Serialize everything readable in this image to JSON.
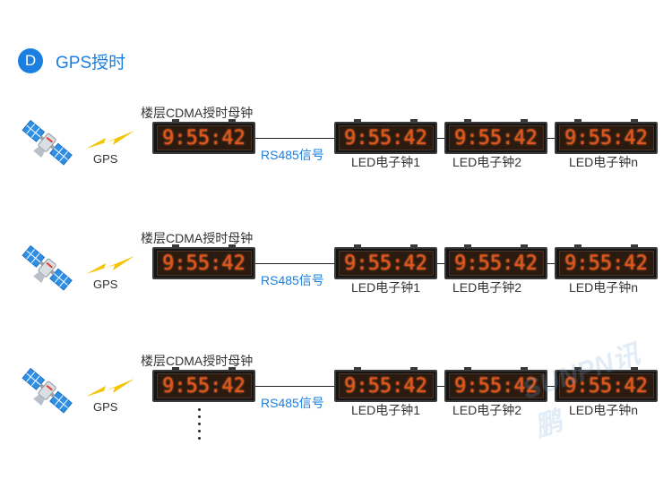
{
  "header": {
    "badge": "D",
    "title": "GPS授时"
  },
  "rows": [
    {
      "gps_label": "GPS",
      "master_label": "楼层CDMA授时母钟",
      "master_time": "9:55:42",
      "link_label": "RS485信号",
      "slaves": [
        {
          "time": "9:55:42",
          "label": "LED电子钟1"
        },
        {
          "time": "9:55:42",
          "label": "LED电子钟2"
        },
        {
          "time": "9:55:42",
          "label": "LED电子钟n"
        }
      ]
    },
    {
      "gps_label": "GPS",
      "master_label": "楼层CDMA授时母钟",
      "master_time": "9:55:42",
      "link_label": "RS485信号",
      "slaves": [
        {
          "time": "9:55:42",
          "label": "LED电子钟1"
        },
        {
          "time": "9:55:42",
          "label": "LED电子钟2"
        },
        {
          "time": "9:55:42",
          "label": "LED电子钟n"
        }
      ]
    },
    {
      "gps_label": "GPS",
      "master_label": "楼层CDMA授时母钟",
      "master_time": "9:55:42",
      "link_label": "RS485信号",
      "slaves": [
        {
          "time": "9:55:42",
          "label": "LED电子钟1"
        },
        {
          "time": "9:55:42",
          "label": "LED电子钟2"
        },
        {
          "time": "9:55:42",
          "label": "LED电子钟n"
        }
      ]
    }
  ],
  "watermark": "SUNPN讯鹏",
  "colors": {
    "accent": "#1a7fe0",
    "led": "#e0551b",
    "bolt": "#f5c400"
  },
  "icons": {
    "satellite": "satellite-icon",
    "signal": "lightning-icon"
  }
}
